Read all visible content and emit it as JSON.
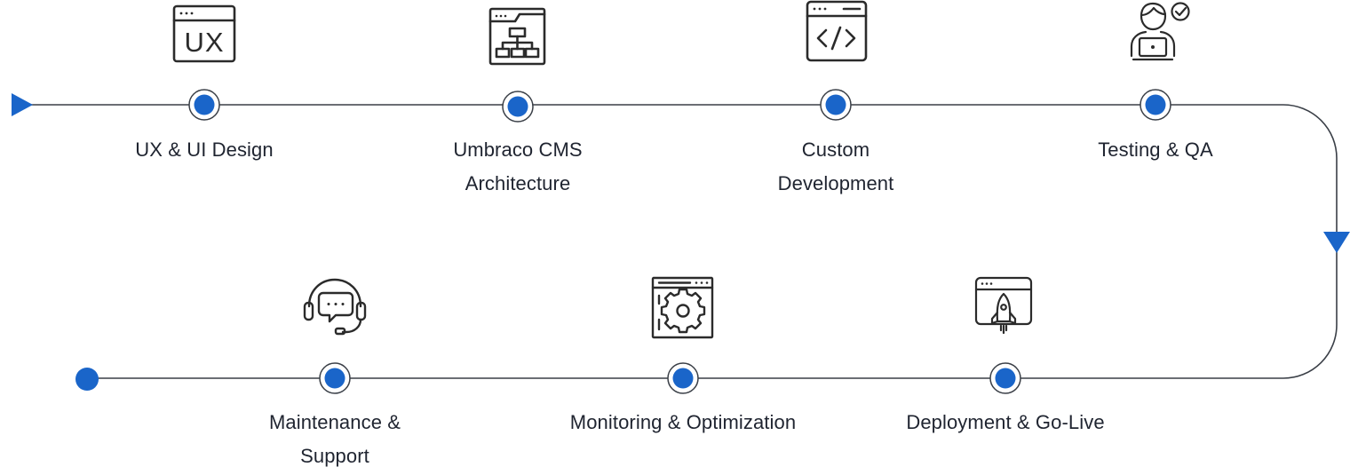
{
  "colors": {
    "accent": "#1a65c9",
    "line": "#3a3f47",
    "icon": "#2b2b2b",
    "text": "#1f2430"
  },
  "steps": [
    {
      "label_line1": "UX & UI Design",
      "label_line2": "",
      "icon": "ux-window-icon",
      "icon_text": "UX"
    },
    {
      "label_line1": "Umbraco CMS",
      "label_line2": "Architecture",
      "icon": "sitemap-window-icon"
    },
    {
      "label_line1": "Custom",
      "label_line2": "Development",
      "icon": "code-window-icon"
    },
    {
      "label_line1": "Testing & QA",
      "label_line2": "",
      "icon": "tester-laptop-icon"
    },
    {
      "label_line1": "Deployment & Go-Live",
      "label_line2": "",
      "icon": "rocket-window-icon"
    },
    {
      "label_line1": "Monitoring & Optimization",
      "label_line2": "",
      "icon": "gear-window-icon"
    },
    {
      "label_line1": "Maintenance &",
      "label_line2": "Support",
      "icon": "headset-support-icon"
    }
  ]
}
